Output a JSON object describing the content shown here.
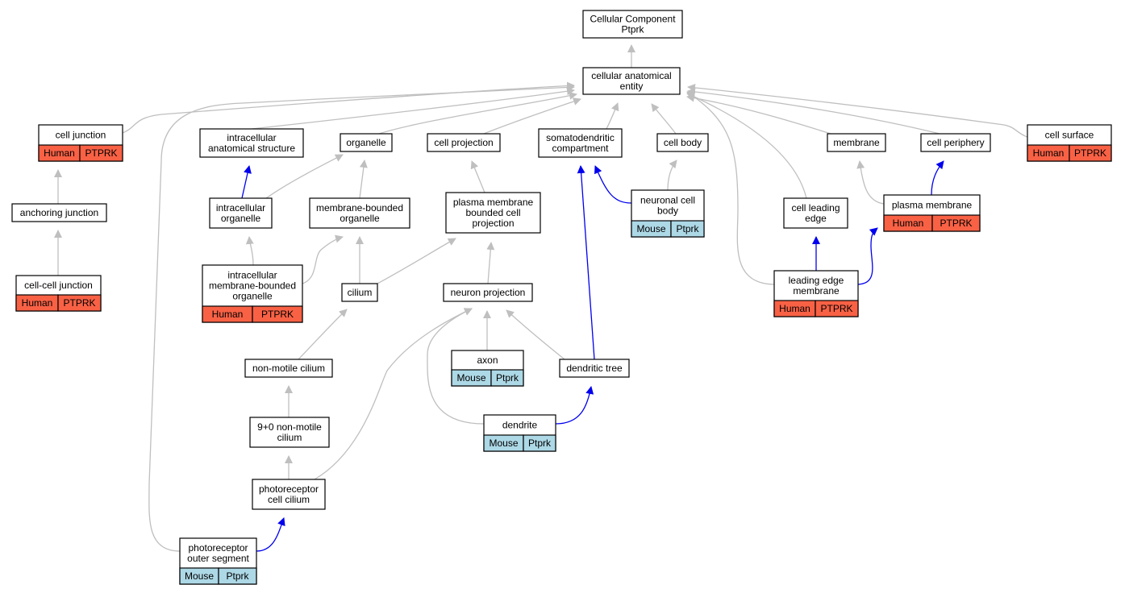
{
  "colors": {
    "human": "#f96145",
    "mouse": "#add8e6",
    "edge_is_a": "#bfbfbf",
    "edge_part_of": "#0000ee",
    "node_border": "#000000",
    "node_fill": "#ffffff"
  },
  "nodes": {
    "root": {
      "lines": [
        "Cellular Component",
        "Ptprk"
      ]
    },
    "cae": {
      "lines": [
        "cellular anatomical",
        "entity"
      ]
    },
    "cell_junction": {
      "lines": [
        "cell junction"
      ],
      "species": "Human",
      "gene": "PTPRK"
    },
    "anchoring_junction": {
      "lines": [
        "anchoring junction"
      ]
    },
    "cell_cell_junction": {
      "lines": [
        "cell-cell junction"
      ],
      "species": "Human",
      "gene": "PTPRK"
    },
    "ias": {
      "lines": [
        "intracellular",
        "anatomical structure"
      ]
    },
    "organelle": {
      "lines": [
        "organelle"
      ]
    },
    "cell_projection": {
      "lines": [
        "cell projection"
      ]
    },
    "somatodendritic": {
      "lines": [
        "somatodendritic",
        "compartment"
      ]
    },
    "cell_body": {
      "lines": [
        "cell body"
      ]
    },
    "membrane": {
      "lines": [
        "membrane"
      ]
    },
    "cell_periphery": {
      "lines": [
        "cell periphery"
      ]
    },
    "cell_surface": {
      "lines": [
        "cell surface"
      ],
      "species": "Human",
      "gene": "PTPRK"
    },
    "intracellular_organelle": {
      "lines": [
        "intracellular",
        "organelle"
      ]
    },
    "membrane_bounded_organelle": {
      "lines": [
        "membrane-bounded",
        "organelle"
      ]
    },
    "pmbcp": {
      "lines": [
        "plasma membrane",
        "bounded cell",
        "projection"
      ]
    },
    "neuronal_cell_body": {
      "lines": [
        "neuronal cell",
        "body"
      ],
      "species": "Mouse",
      "gene": "Ptprk"
    },
    "cell_leading_edge": {
      "lines": [
        "cell leading",
        "edge"
      ]
    },
    "plasma_membrane": {
      "lines": [
        "plasma membrane"
      ],
      "species": "Human",
      "gene": "PTPRK"
    },
    "imbo": {
      "lines": [
        "intracellular",
        "membrane-bounded",
        "organelle"
      ],
      "species": "Human",
      "gene": "PTPRK"
    },
    "cilium": {
      "lines": [
        "cilium"
      ]
    },
    "neuron_projection": {
      "lines": [
        "neuron projection"
      ]
    },
    "leading_edge_membrane": {
      "lines": [
        "leading edge",
        "membrane"
      ],
      "species": "Human",
      "gene": "PTPRK"
    },
    "axon": {
      "lines": [
        "axon"
      ],
      "species": "Mouse",
      "gene": "Ptprk"
    },
    "non_motile_cilium": {
      "lines": [
        "non-motile cilium"
      ]
    },
    "dendritic_tree": {
      "lines": [
        "dendritic tree"
      ]
    },
    "nine_zero": {
      "lines": [
        "9+0 non-motile",
        "cilium"
      ]
    },
    "dendrite": {
      "lines": [
        "dendrite"
      ],
      "species": "Mouse",
      "gene": "Ptprk"
    },
    "photoreceptor_cilium": {
      "lines": [
        "photoreceptor",
        "cell cilium"
      ]
    },
    "photoreceptor_os": {
      "lines": [
        "photoreceptor",
        "outer segment"
      ],
      "species": "Mouse",
      "gene": "Ptprk"
    }
  },
  "edges": [
    {
      "from": "cae",
      "to": "root",
      "relation": "is_a"
    },
    {
      "from": "cell_junction",
      "to": "cae",
      "relation": "is_a"
    },
    {
      "from": "ias",
      "to": "cae",
      "relation": "is_a"
    },
    {
      "from": "organelle",
      "to": "cae",
      "relation": "is_a"
    },
    {
      "from": "cell_projection",
      "to": "cae",
      "relation": "is_a"
    },
    {
      "from": "somatodendritic",
      "to": "cae",
      "relation": "is_a"
    },
    {
      "from": "cell_body",
      "to": "cae",
      "relation": "is_a"
    },
    {
      "from": "membrane",
      "to": "cae",
      "relation": "is_a"
    },
    {
      "from": "cell_periphery",
      "to": "cae",
      "relation": "is_a"
    },
    {
      "from": "cell_surface",
      "to": "cae",
      "relation": "is_a"
    },
    {
      "from": "cell_leading_edge",
      "to": "cae",
      "relation": "is_a"
    },
    {
      "from": "leading_edge_membrane",
      "to": "cae",
      "relation": "is_a"
    },
    {
      "from": "photoreceptor_os",
      "to": "cae",
      "relation": "is_a"
    },
    {
      "from": "anchoring_junction",
      "to": "cell_junction",
      "relation": "is_a"
    },
    {
      "from": "cell_cell_junction",
      "to": "anchoring_junction",
      "relation": "is_a"
    },
    {
      "from": "intracellular_organelle",
      "to": "ias",
      "relation": "part_of"
    },
    {
      "from": "intracellular_organelle",
      "to": "organelle",
      "relation": "is_a"
    },
    {
      "from": "membrane_bounded_organelle",
      "to": "organelle",
      "relation": "is_a"
    },
    {
      "from": "pmbcp",
      "to": "cell_projection",
      "relation": "is_a"
    },
    {
      "from": "neuronal_cell_body",
      "to": "cell_body",
      "relation": "is_a"
    },
    {
      "from": "neuronal_cell_body",
      "to": "somatodendritic",
      "relation": "part_of"
    },
    {
      "from": "plasma_membrane",
      "to": "membrane",
      "relation": "is_a"
    },
    {
      "from": "plasma_membrane",
      "to": "cell_periphery",
      "relation": "part_of"
    },
    {
      "from": "imbo",
      "to": "intracellular_organelle",
      "relation": "is_a"
    },
    {
      "from": "imbo",
      "to": "membrane_bounded_organelle",
      "relation": "is_a"
    },
    {
      "from": "cilium",
      "to": "membrane_bounded_organelle",
      "relation": "is_a"
    },
    {
      "from": "cilium",
      "to": "pmbcp",
      "relation": "is_a"
    },
    {
      "from": "neuron_projection",
      "to": "pmbcp",
      "relation": "is_a"
    },
    {
      "from": "leading_edge_membrane",
      "to": "cell_leading_edge",
      "relation": "part_of"
    },
    {
      "from": "leading_edge_membrane",
      "to": "plasma_membrane",
      "relation": "part_of"
    },
    {
      "from": "axon",
      "to": "neuron_projection",
      "relation": "is_a"
    },
    {
      "from": "non_motile_cilium",
      "to": "cilium",
      "relation": "is_a"
    },
    {
      "from": "dendritic_tree",
      "to": "neuron_projection",
      "relation": "is_a"
    },
    {
      "from": "dendritic_tree",
      "to": "somatodendritic",
      "relation": "part_of"
    },
    {
      "from": "nine_zero",
      "to": "non_motile_cilium",
      "relation": "is_a"
    },
    {
      "from": "dendrite",
      "to": "neuron_projection",
      "relation": "is_a"
    },
    {
      "from": "dendrite",
      "to": "dendritic_tree",
      "relation": "part_of"
    },
    {
      "from": "photoreceptor_cilium",
      "to": "nine_zero",
      "relation": "is_a"
    },
    {
      "from": "photoreceptor_cilium",
      "to": "neuron_projection",
      "relation": "is_a"
    },
    {
      "from": "photoreceptor_os",
      "to": "photoreceptor_cilium",
      "relation": "part_of"
    }
  ]
}
